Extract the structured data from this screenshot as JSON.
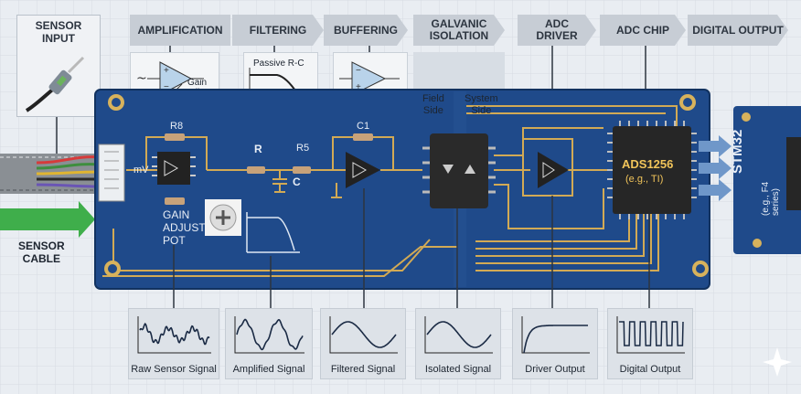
{
  "stages": {
    "sensor_input": "SENSOR\nINPUT",
    "amplification": "AMPLIFICATION",
    "filtering": "FILTERING",
    "buffering": "BUFFERING",
    "galvanic_isolation": "GALVANIC\nISOLATION",
    "adc_driver": "ADC\nDRIVER",
    "adc_chip": "ADC CHIP",
    "digital_output": "DIGITAL OUTPUT"
  },
  "panels": {
    "gain_adjust": "Gain\nadjust.",
    "passive_rc": "Passive R-C"
  },
  "board": {
    "field_side": "Field\nSide",
    "system_side": "System\nSide",
    "r8": "R8",
    "r": "R",
    "r5": "R5",
    "c": "C",
    "c1": "C1",
    "mv": "mV",
    "gain_adjust_pot": "GAIN\nADJUST\nPOT",
    "adc_name": "ADS1256",
    "adc_sub": "(e.g., TI)",
    "mcu_name": "STM32",
    "mcu_sub": "(e.g., F4 series)"
  },
  "sensor_cable": "SENSOR\nCABLE",
  "waveforms": [
    {
      "label": "Raw Sensor Signal",
      "shape": "noisy-sine"
    },
    {
      "label": "Amplified Signal",
      "shape": "large-sine"
    },
    {
      "label": "Filtered Signal",
      "shape": "clean-sine"
    },
    {
      "label": "Isolated Signal",
      "shape": "clean-sine"
    },
    {
      "label": "Driver Output",
      "shape": "step"
    },
    {
      "label": "Digital Output",
      "shape": "square"
    }
  ],
  "colors": {
    "board": "#1f4a8a",
    "trace": "#d2aa55",
    "stage_bg": "#c7cdd5",
    "arrow_blue": "#6f97c9",
    "arrow_green": "#3fae4b"
  }
}
